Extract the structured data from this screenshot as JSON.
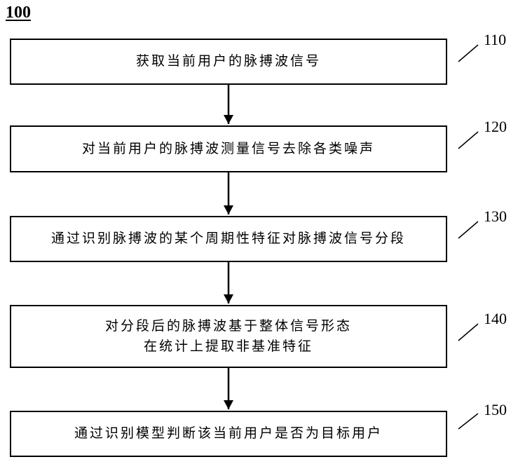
{
  "figure": {
    "label": "100"
  },
  "steps": [
    {
      "number": "110",
      "lines": [
        "获取当前用户的脉搏波信号"
      ]
    },
    {
      "number": "120",
      "lines": [
        "对当前用户的脉搏波测量信号去除各类噪声"
      ]
    },
    {
      "number": "130",
      "lines": [
        "通过识别脉搏波的某个周期性特征对脉搏波信号分段"
      ]
    },
    {
      "number": "140",
      "lines": [
        "对分段后的脉搏波基于整体信号形态",
        "在统计上提取非基准特征"
      ]
    },
    {
      "number": "150",
      "lines": [
        "通过识别模型判断该当前用户是否为目标用户"
      ]
    }
  ]
}
